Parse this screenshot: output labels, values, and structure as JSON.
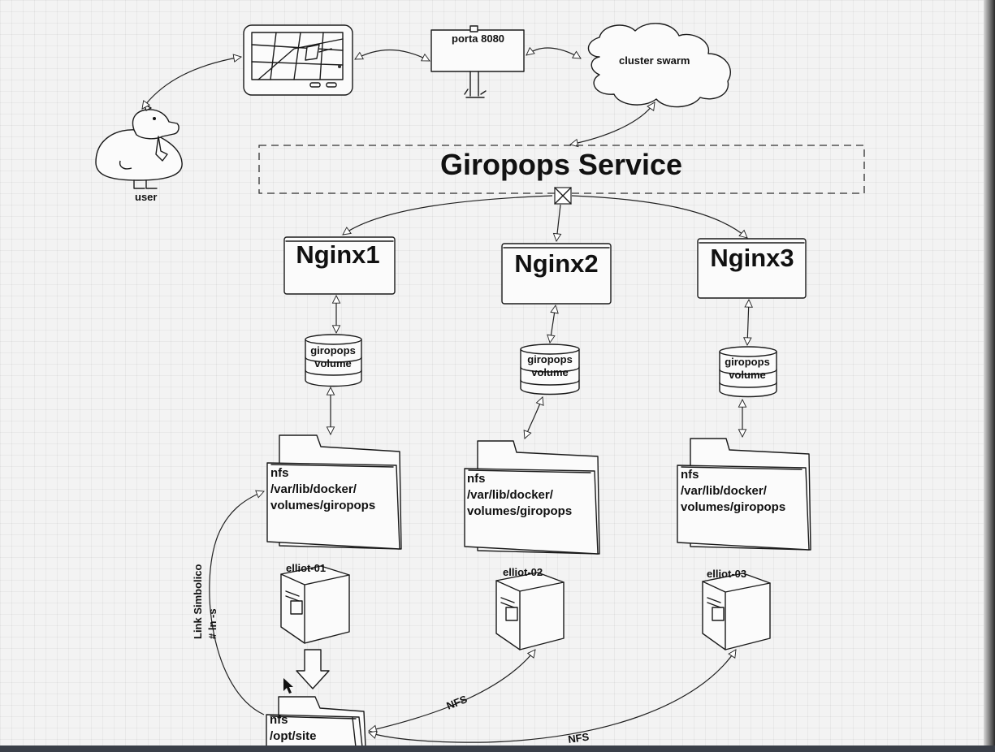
{
  "diagram": {
    "title": "Giropops Service",
    "user_label": "user",
    "port_sign": "porta 8080",
    "cloud_label": "cluster swarm",
    "nginx": [
      "Nginx1",
      "Nginx2",
      "Nginx3"
    ],
    "volume_line1": "giropops",
    "volume_line2": "volume",
    "folder_lines": [
      "nfs",
      "/var/lib/docker/",
      "volumes/giropops"
    ],
    "servers": [
      "elliot-01",
      "elliot-02",
      "elliot-03"
    ],
    "bottom_folder_lines": [
      "nfs",
      "/opt/site"
    ],
    "link_label_1": "Link Simbolico",
    "link_label_2": "# ln -s",
    "nfs_label": "NFS"
  }
}
